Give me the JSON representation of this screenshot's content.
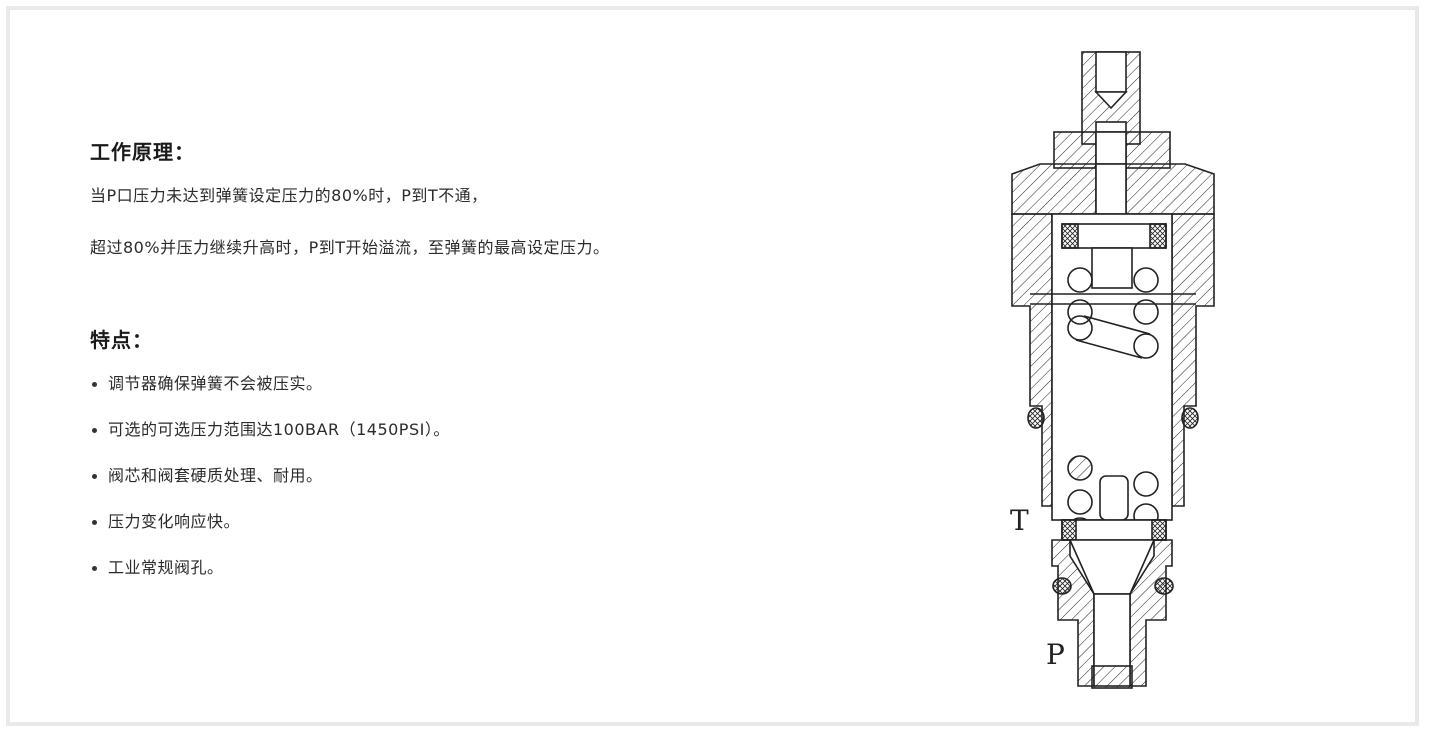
{
  "principle": {
    "title": "工作原理：",
    "lines": [
      "当P口压力未达到弹簧设定压力的80%时，P到T不通，",
      "超过80%并压力继续升高时，P到T开始溢流，至弹簧的最高设定压力。"
    ]
  },
  "features": {
    "title": "特点：",
    "items": [
      "调节器确保弹簧不会被压实。",
      "可选的可选压力范围达100BAR（1450PSI）。",
      "阀芯和阀套硬质处理、耐用。",
      "压力变化响应快。",
      "工业常规阀孔。"
    ]
  },
  "diagram": {
    "port_t_label": "T",
    "port_p_label": "P",
    "stroke_color": "#222222",
    "frame_color": "#e9e9e9"
  }
}
